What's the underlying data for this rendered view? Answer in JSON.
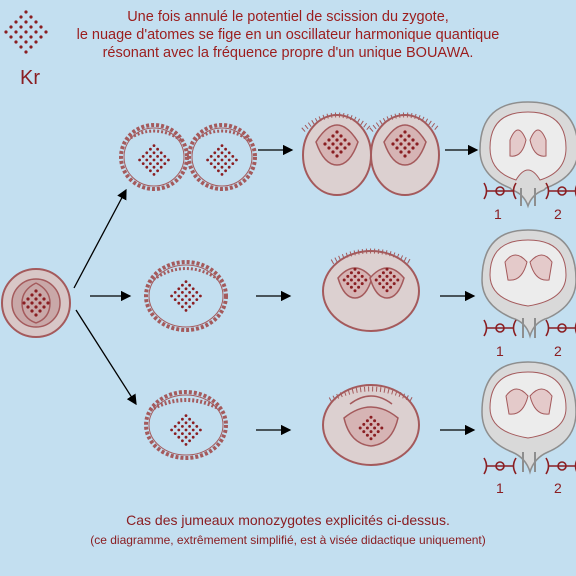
{
  "header": {
    "line1": "Une fois annulé le potentiel de scission du zygote,",
    "line2": "le nuage d'atomes se fige en un oscillateur harmonique quantique",
    "line3": "résonant avec la fréquence propre d'un unique BOUAWA."
  },
  "logo": {
    "text": "Kr"
  },
  "labels": {
    "twin1": "1",
    "twin2": "2"
  },
  "footer": {
    "line1": "Cas des jumeaux monozygotes explicités ci-dessus.",
    "line2": "(ce diagramme, extrêmement simplifié, est à visée didactique uniquement)"
  },
  "colors": {
    "background": "#c3dff0",
    "text": "#9b1d1d",
    "outline": "#a45a5c",
    "dots": "#8a1e22",
    "fill": "#d9c0c0"
  }
}
